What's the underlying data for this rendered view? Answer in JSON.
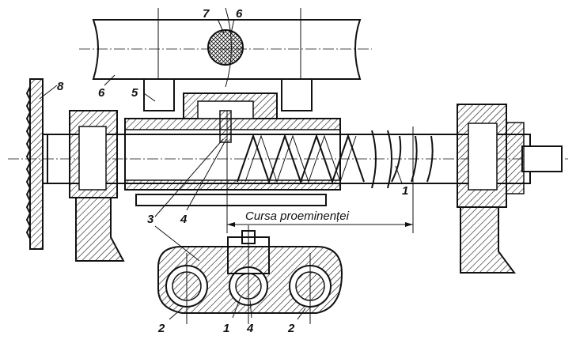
{
  "labels": {
    "l1": "1",
    "l2": "2",
    "l3": "3",
    "l4": "4",
    "l5": "5",
    "l6": "6",
    "l7": "7",
    "l8": "8"
  },
  "caption": "Cursa proeminenței",
  "colors": {
    "ink": "#111111",
    "paper": "#ffffff"
  }
}
